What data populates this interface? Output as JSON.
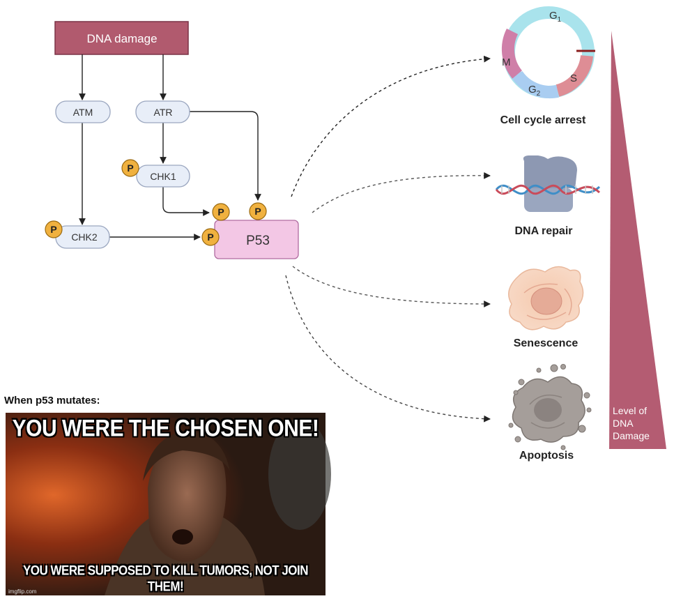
{
  "pathway": {
    "trigger": "DNA damage",
    "kinases": {
      "atm": "ATM",
      "atr": "ATR",
      "chk1": "CHK1",
      "chk2": "CHK2"
    },
    "phospho": "P",
    "target": "P53"
  },
  "outcomes": [
    {
      "label": "Cell cycle arrest"
    },
    {
      "label": "DNA repair"
    },
    {
      "label": "Senescence"
    },
    {
      "label": "Apoptosis"
    }
  ],
  "cell_cycle": {
    "g1": "G",
    "g1_sub": "1",
    "s": "S",
    "g2": "G",
    "g2_sub": "2",
    "m": "M"
  },
  "gradient": {
    "line1": "Level of",
    "line2": "DNA",
    "line3": "Damage"
  },
  "meme": {
    "caption": "When p53 mutates:",
    "top_text": "YOU WERE THE CHOSEN ONE!",
    "bottom_text": "YOU WERE SUPPOSED TO KILL TUMORS, NOT JOIN THEM!",
    "watermark": "imgflip.com"
  },
  "colors": {
    "trigger_fill": "#b15a6e",
    "kinase_fill": "#e8eef8",
    "kinase_stroke": "#9aa6bf",
    "phospho_fill": "#f0b13f",
    "target_fill": "#f3c7e5",
    "target_stroke": "#b06ba0",
    "gradient_fill": "#b45c72"
  }
}
